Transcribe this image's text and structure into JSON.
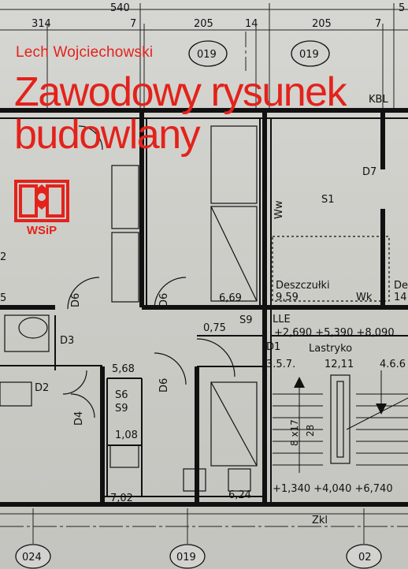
{
  "book": {
    "author": "Lech Wojciechowski",
    "title_line1": "Zawodowy rysunek",
    "title_line2": "budowlany",
    "publisher": "WSiP"
  },
  "colors": {
    "accent": "#e3221b",
    "ink": "#111111",
    "paper": "#d0d0cc"
  },
  "plan": {
    "dimensions": [
      "540",
      "314",
      "7",
      "205",
      "14",
      "205",
      "7",
      "5"
    ],
    "axis_labels": [
      "019",
      "019",
      "024",
      "019",
      "02"
    ],
    "rooms": [
      "Deszczułki",
      "9,59",
      "Wk",
      "Lastryko",
      "12,11",
      "4.6.6",
      "S1",
      "D7",
      "KBL",
      "Ww",
      "De",
      "14"
    ],
    "areas": [
      "6,69",
      "0,75",
      "5,68",
      "1,08",
      "7,02",
      "6,24"
    ],
    "doors": [
      "D6",
      "D6",
      "D6",
      "D3",
      "D2",
      "D4",
      "D1",
      "S9",
      "S6",
      "S9",
      "LLE"
    ],
    "notes": [
      "+2,690 +5,390 +8,090",
      "3.5.7.",
      "8 x17",
      "28",
      "+1,340 +4,040 +6,740",
      "Zkl",
      "5",
      "2"
    ]
  }
}
